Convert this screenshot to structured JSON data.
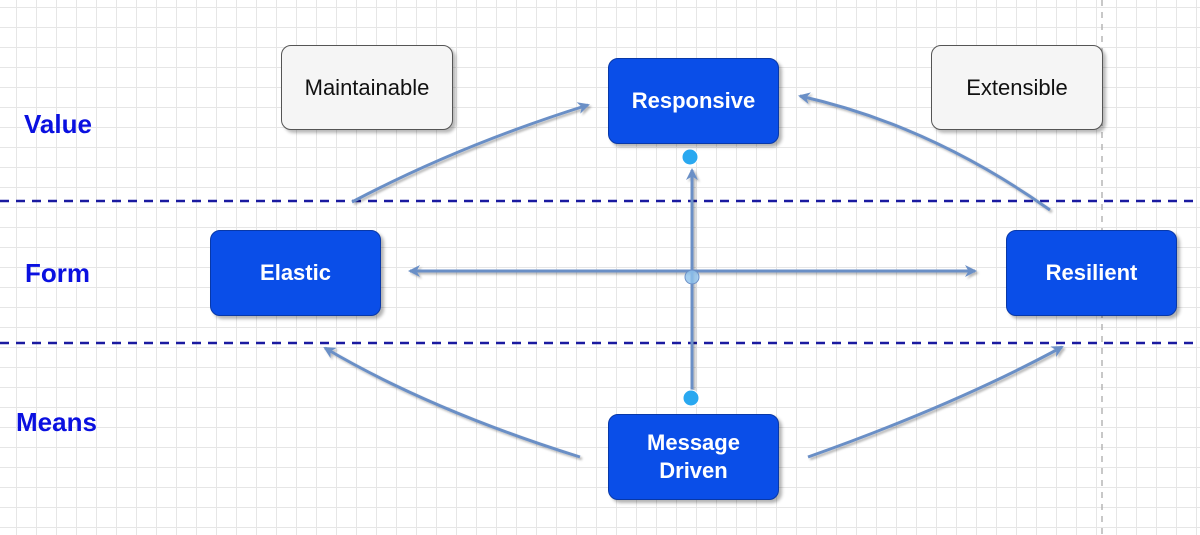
{
  "layers": {
    "value": "Value",
    "form": "Form",
    "means": "Means"
  },
  "nodes": {
    "responsive": "Responsive",
    "elastic": "Elastic",
    "resilient": "Resilient",
    "message_driven": "Message\nDriven",
    "maintainable": "Maintainable",
    "extensible": "Extensible"
  },
  "colors": {
    "primary_node": "#0a4ee8",
    "secondary_node": "#f5f5f5",
    "layer_label": "#0a10e0",
    "divider": "#1a1aa0",
    "arrow": "#6b8fc6",
    "connection_point": "#29a8f0"
  }
}
